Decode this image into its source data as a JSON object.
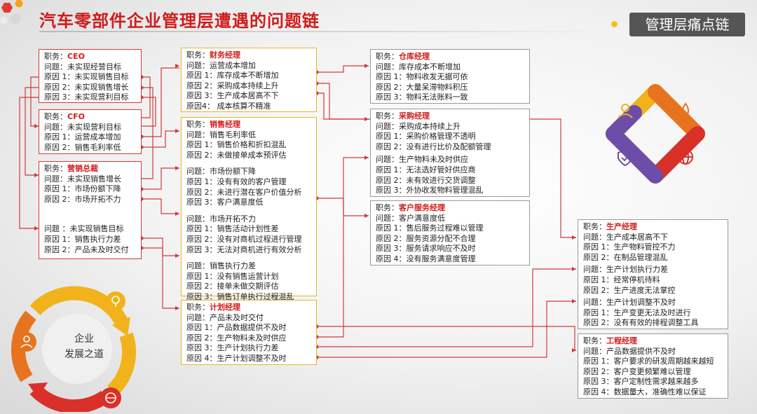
{
  "header": {
    "title": "汽车零部件企业管理层遭遇的问题链",
    "badge": "管理层痛点链"
  },
  "cycle": {
    "label_line1": "企业",
    "label_line2": "发展之道"
  },
  "boxes": {
    "ceo": {
      "role_prefix": "职务：",
      "role": "CEO",
      "lines": [
        "问题：未实现经营目标",
        "原因 1：未实现销售目标",
        "原因 2：未实现销售增长",
        "原因 3：未实现营利目标"
      ]
    },
    "cfo": {
      "role_prefix": "职务：",
      "role": "CFO",
      "lines": [
        "问题：未实现营利目标",
        "原因 1：运营成本增加",
        "原因 2：销售毛利率低"
      ]
    },
    "marketing": {
      "role_prefix": "职务：",
      "role": "营销总裁",
      "lines": [
        "问题：未实现销售增长",
        "原因 1：市场份额下降",
        "原因 2：市场开拓不力"
      ],
      "lines2": [
        "问题 ：未实现销售目标",
        "原因 1：销售执行力差",
        "原因 2：产品未及时交付"
      ]
    },
    "finance": {
      "role_prefix": "职务：",
      "role": "财务经理",
      "lines": [
        "问题：运营成本增加",
        "原因 1：库存成本不断增加",
        "原因 2：采购成本持续上升",
        "原因 3：生产成本居高不下",
        "原因4： 成本核算不精准"
      ]
    },
    "sales": {
      "role_prefix": "职务：",
      "role": "销售经理",
      "lines": [
        "问题：销售毛利率低",
        "原因 1：销售价格和折扣混乱",
        "原因 2：未做接单成本预评估"
      ],
      "lines2": [
        "问题：市场份额下降",
        "原因 1：没有有效的客户管理",
        "原因 2：未进行潜在客户价值分析",
        "原因 3：客户满意度低"
      ],
      "lines3": [
        "问题：市场开拓不力",
        "原因 1：销售活动计划性差",
        "原因 2：没有对商机过程进行管理",
        "原因 3：无法对商机进行有效分析"
      ],
      "lines4": [
        "问题：销售执行力差",
        "原因 1：没有销售运营计划",
        "原因 2：接单未做交期评估",
        "原因 3：销售订单执行过程混乱"
      ]
    },
    "planning": {
      "role_prefix": "职务：",
      "role": "计划经理",
      "lines": [
        "问题：产品未及时交付",
        "原因 1：产品数据提供不及时",
        "原因 2：生产物料未及时供应",
        "原因 3：生产计划执行力差",
        "原因 4：生产计划调整不及时"
      ]
    },
    "warehouse": {
      "role_prefix": "职务：",
      "role": "仓库经理",
      "lines": [
        "问题：库存成本不断增加",
        "原因 1：物料收发无据可依",
        "原因 2：大量呆滞物料积压",
        "原因 3：物料无法账料一致"
      ]
    },
    "purchasing": {
      "role_prefix": "职务：",
      "role": "采购经理",
      "lines": [
        "问题：采购成本持续上升",
        "原因 1：采购价格管理不透明",
        "原因 2：没有进行比价及配额管理"
      ],
      "lines2": [
        "问题：生产物料未及时供应",
        "原因 1：无法选好管好供应商",
        "原因 2：未有效进行交货调整",
        "原因 3：外协收发物料管理混乱"
      ]
    },
    "service": {
      "role_prefix": "职务：",
      "role": "客户服务经理",
      "lines": [
        "问题：客户满意度低",
        "原因 1：售后服务过程难以管理",
        "原因 2：服务资源分配不合理",
        "原因 3：服务请求响应不及时",
        "原因 4：没有服务满意度管理"
      ]
    },
    "production": {
      "role_prefix": "职务：",
      "role": "生产经理",
      "lines": [
        "问题：生产成本居高不下",
        "原因 1：生产物料管控不力",
        "原因 2：在制品管理混乱"
      ],
      "lines2": [
        "问题：生产计划执行力差",
        "原因 1：经常停机待料",
        "原因 2：生产进度无法掌控"
      ],
      "lines3": [
        "问题：生产计划调整不及时",
        "原因 1：生产变更无法及时进行",
        "原因 2：没有有效的排程调整工具"
      ]
    },
    "engineering": {
      "role_prefix": "职务：",
      "role": "工程经理",
      "lines": [
        "问题：产品数据提供不及时",
        "原因 1：客户要求的研发周期越来越短",
        "原因 2：客户变更频繁难以管理",
        "原因 3：客户定制性需求越来越多",
        "原因 4：数据量大，准确性难以保证"
      ]
    }
  },
  "colors": {
    "red": "#d01c1c",
    "gold": "#e5b62b",
    "orange": "#e8731f",
    "purple": "#6c4ea8",
    "yellow": "#f2b21b"
  },
  "icons": [
    "team-icon",
    "leaf-icon",
    "shield-check-icon",
    "globe-icon",
    "network-icon"
  ]
}
